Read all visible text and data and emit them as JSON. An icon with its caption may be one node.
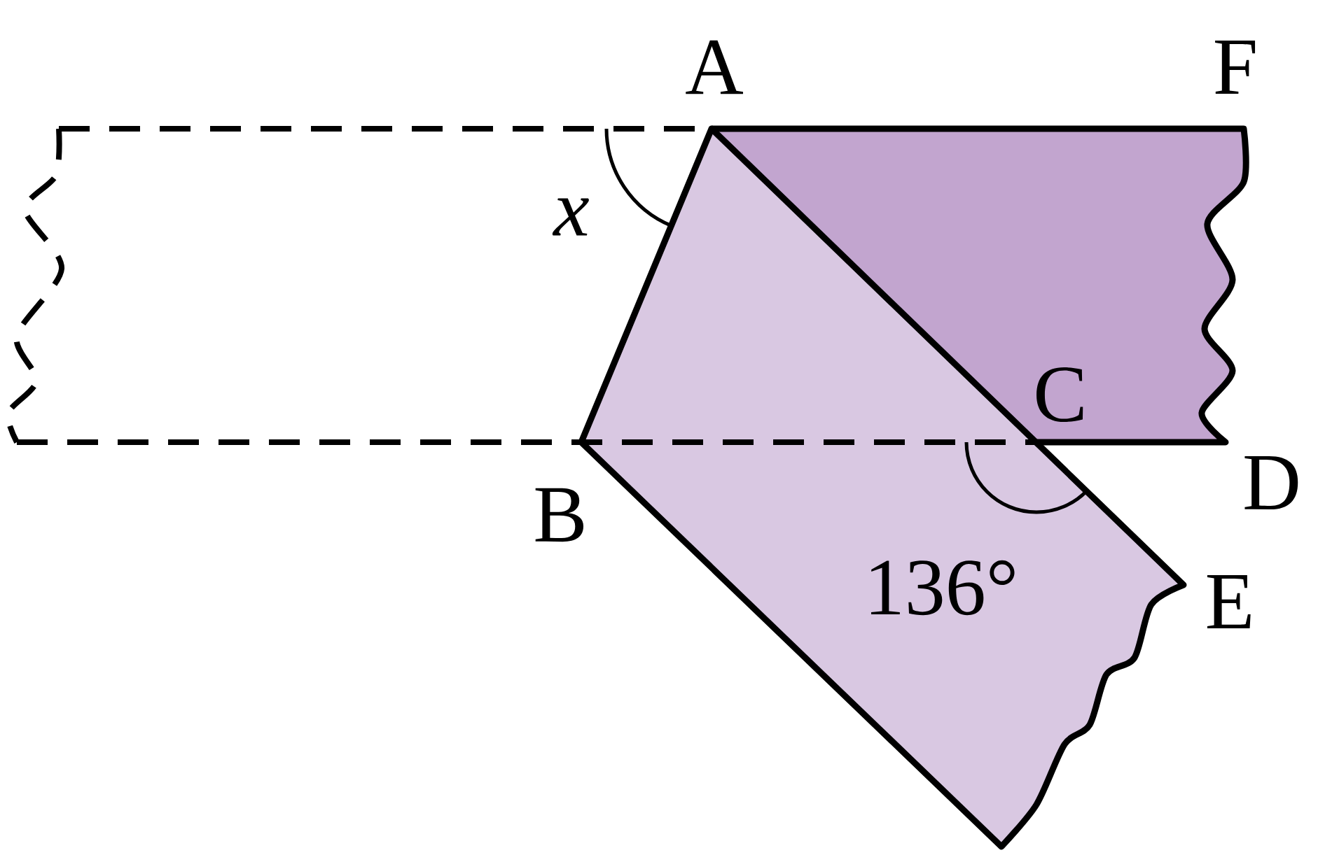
{
  "diagram": {
    "labels": [
      "A",
      "F",
      "x",
      "C",
      "D",
      "B",
      "136°",
      "E"
    ]
  }
}
